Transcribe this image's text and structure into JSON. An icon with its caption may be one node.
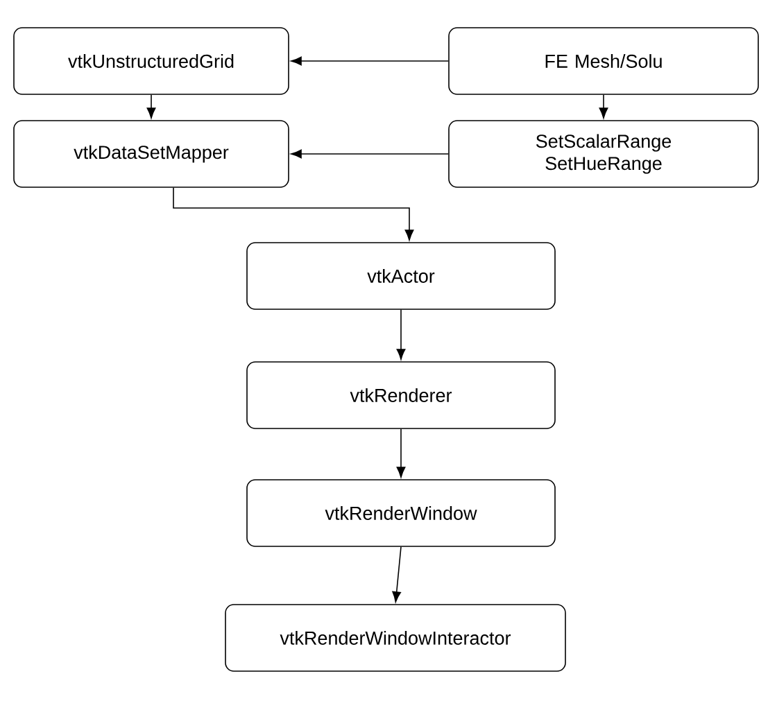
{
  "diagram": {
    "nodes": [
      {
        "text": [
          "vtkUnstructuredGrid"
        ]
      },
      {
        "text": [
          "FE Mesh/Solu"
        ]
      },
      {
        "text": [
          "vtkDataSetMapper"
        ]
      },
      {
        "text": [
          "SetScalarRange SetHueRange"
        ]
      },
      {
        "text": [
          "vtkActor"
        ]
      },
      {
        "text": [
          "vtkRenderer"
        ]
      },
      {
        "text": [
          "vtkRenderWindow"
        ]
      },
      {
        "text": [
          "vtkRenderWindowInteractor"
        ]
      }
    ],
    "edges": [
      {
        "from": 1,
        "to": 0,
        "arrow": "to"
      },
      {
        "from": 0,
        "to": 2,
        "arrow": "to"
      },
      {
        "from": 1,
        "to": 3,
        "arrow": "to"
      },
      {
        "from": 3,
        "to": 2,
        "arrow": "to"
      },
      {
        "from": 2,
        "to": 4,
        "arrow": "to"
      },
      {
        "from": 4,
        "to": 5,
        "arrow": "to"
      },
      {
        "from": 5,
        "to": 6,
        "arrow": "to"
      },
      {
        "from": 6,
        "to": 7,
        "arrow": "to"
      }
    ]
  }
}
